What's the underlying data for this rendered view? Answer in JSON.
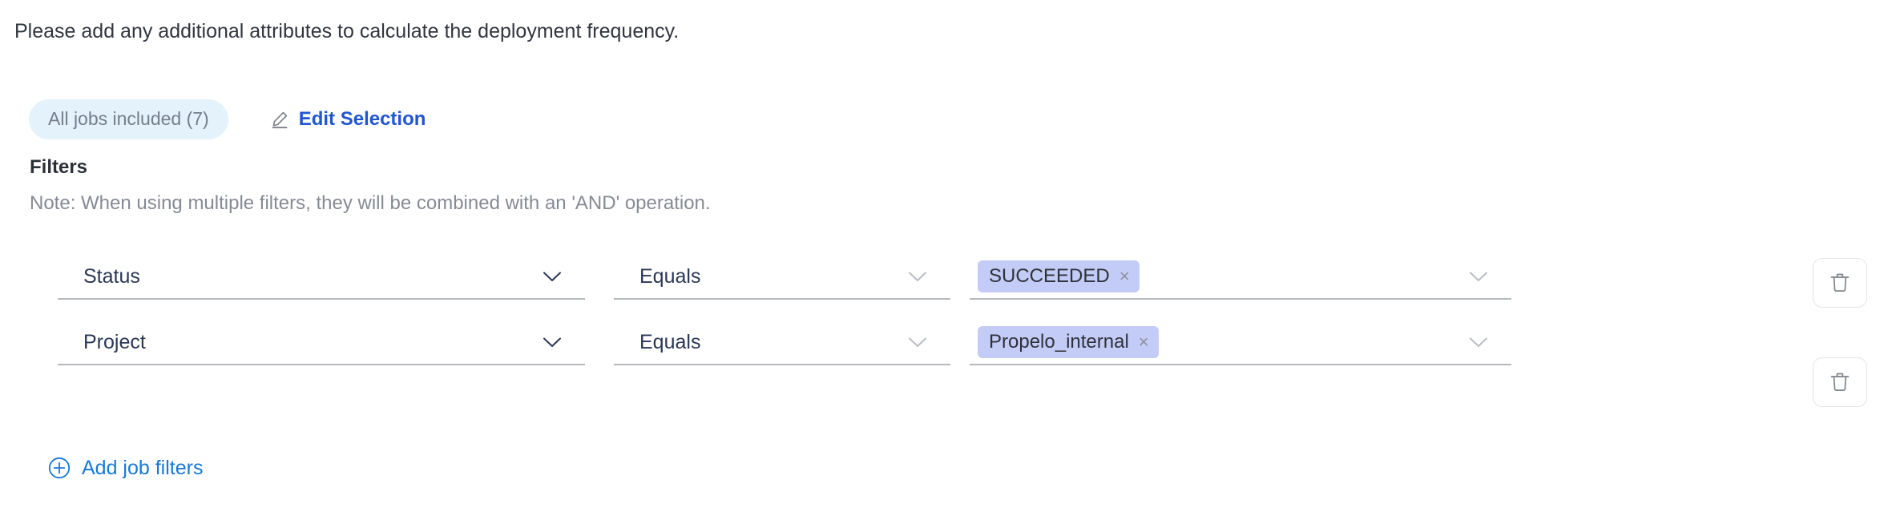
{
  "intro": {
    "text": "Please add any additional attributes to calculate the deployment frequency."
  },
  "selection": {
    "pill_label": "All jobs included (7)",
    "edit_label": "Edit Selection",
    "pencil_icon": "pencil-icon"
  },
  "filters": {
    "title": "Filters",
    "note": "Note: When using multiple filters, they will be combined with an 'AND' operation.",
    "add_label": "Add job filters",
    "add_icon": "circle-plus-icon",
    "delete_icon": "trash-icon",
    "rows": [
      {
        "attribute": "Status",
        "operator": "Equals",
        "value_chip": "SUCCEEDED",
        "chip_close": "×"
      },
      {
        "attribute": "Project",
        "operator": "Equals",
        "value_chip": "Propelo_internal",
        "chip_close": "×"
      }
    ]
  },
  "colors": {
    "link_blue": "#1779d8",
    "edit_blue": "#1f56d3",
    "pill_bg": "#e3f2fb",
    "chip_bg": "#c3ccf6",
    "field_text": "#2a3757",
    "note_gray": "#858a95"
  }
}
